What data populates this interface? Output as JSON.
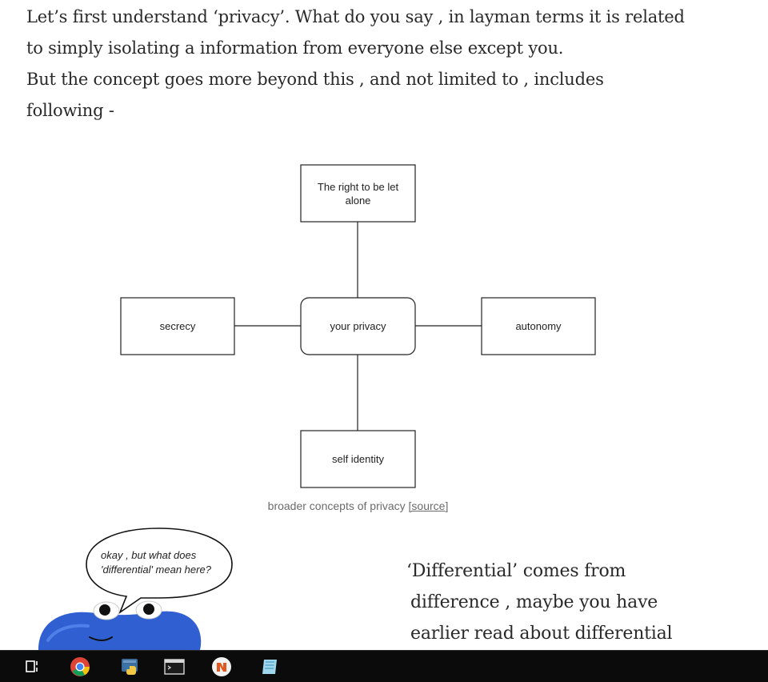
{
  "article": {
    "intro_lines": [
      "Let’s first understand ‘privacy’. What do you say , in layman terms it is related",
      "to simply isolating a information from everyone else except you.",
      "But the concept goes more beyond this , and not limited to , includes",
      "following -"
    ],
    "right_lines": [
      "‘Differential’ comes from",
      " difference , maybe you have",
      " earlier read about differential"
    ]
  },
  "diagram": {
    "top_box": [
      "The right to be let",
      "alone"
    ],
    "left_box": "secrecy",
    "center_box": "your privacy",
    "right_box": "autonomy",
    "bottom_box": "self identity"
  },
  "caption": {
    "text": "broader concepts of privacy ",
    "source_link": "[source]"
  },
  "comic": {
    "bubble_lines": [
      "okay , but what does",
      "'differential' mean here?"
    ],
    "character_color": "#2f5fd0"
  },
  "taskbar": {
    "items": [
      {
        "icon": "task-view-icon"
      },
      {
        "icon": "chrome-icon"
      },
      {
        "icon": "python-icon"
      },
      {
        "icon": "terminal-icon"
      },
      {
        "icon": "brave-icon"
      },
      {
        "icon": "notepad-icon"
      }
    ]
  }
}
